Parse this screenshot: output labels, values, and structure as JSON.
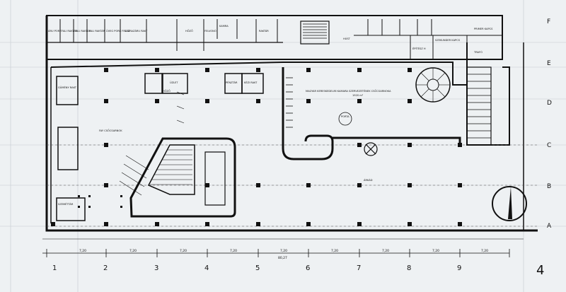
{
  "plan": {
    "page_number": "4",
    "main_hall": "MAGYAR KERESKEDELMI KAMARA SZERVEZETÉNEK CSŐCSARNOKA",
    "main_hall_area": "1920 m²",
    "rooms": {
      "aru_porz": "ÁRU PORZ",
      "fal_rakt_1": "FALI RAKTÁR",
      "fal_rakt_2": "FALI RAKTÁR",
      "fali_rakt_3": "FALI RAKTÁR",
      "uveg_porc": "ÜVEG PORC FELSZ",
      "szaraz_rakt": "SZÁRAZÁRU RAKT",
      "hozo": "HŐZŐ",
      "fel_raktar": "FELVONÓ",
      "kamra": "KAMRA",
      "raktar": "RAKTÁR",
      "hust": "HÚST",
      "penztar": "PÉNZTÁR",
      "irodai": "ÜZLET",
      "hozo2": "HŐZŐ",
      "kezi_rakt": "KÉZI RAKT",
      "gumi_rakt": "GÜMÉNY RAKT",
      "fay": "FAY CSŐCSARNOK",
      "epitesz": "ÉPÍTÉSZ H",
      "szekunder": "SZEKUNDER KAPCS",
      "primer": "PRIMER KAPCS",
      "trafo": "TRAFÓ",
      "szemetes": "SZEMÉTTÁR",
      "arkad": "ÁRKÁD",
      "porta": "PORTA"
    },
    "axis_rows": [
      "F",
      "E",
      "D",
      "C",
      "B",
      "A"
    ],
    "axis_cols": [
      "1",
      "2",
      "3",
      "4",
      "5",
      "6",
      "7",
      "8",
      "9"
    ],
    "dims": [
      "7,20",
      "7,20",
      "7,20",
      "7,20",
      "7,20",
      "7,20",
      "7,20",
      "7,20",
      "7,20"
    ],
    "total_dim": "80,27"
  }
}
